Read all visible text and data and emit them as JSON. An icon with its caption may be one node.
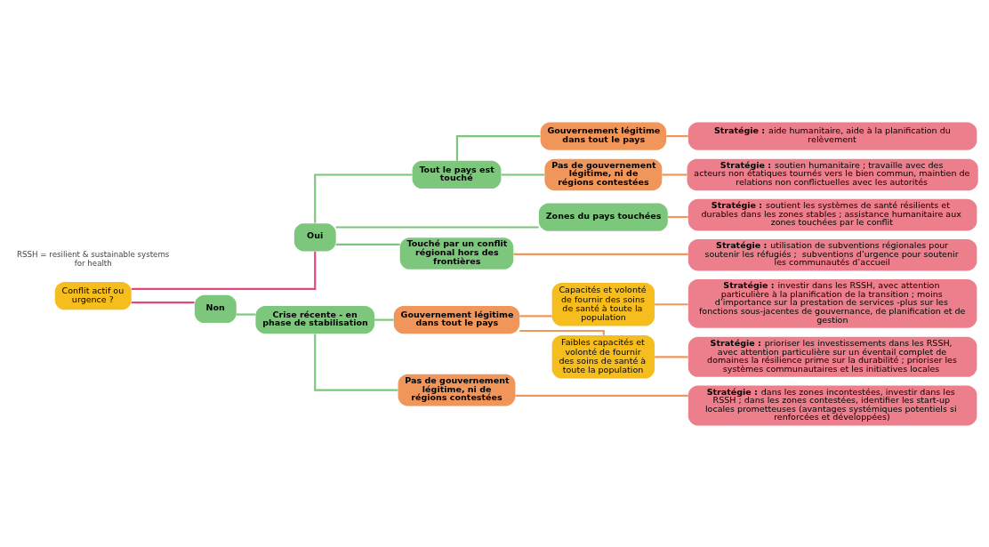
{
  "diagram": {
    "nodes": [
      {
        "text": [
          "Conflit actif ou urgence ?"
        ]
      },
      {
        "text": [
          "Oui"
        ]
      },
      {
        "text": [
          "Tout le pays est touché"
        ]
      },
      {
        "text": [
          "Gouvernement légitime dans tout le pays"
        ]
      },
      {
        "text": [
          "**Stratégie :** aide humanitaire, aide à la planification du relèvement"
        ]
      },
      {
        "text": [
          "Pas de gouvernement légitime, ni de régions contestées"
        ]
      },
      {
        "text": [
          "**Stratégie :** soutien humanitaire ; travaille avec des acteurs non étatiques tournés vers le bien commun, maintien de relations non conflictuelles avec les autorités"
        ]
      },
      {
        "text": [
          "Zones du pays touchées"
        ]
      },
      {
        "text": [
          "**Stratégie :** soutient les systèmes de santé résilients et durables dans les zones stables ; assistance humanitaire aux zones touchées par le conflit"
        ]
      },
      {
        "text": [
          "Touché par un conflit régional hors des frontières"
        ]
      },
      {
        "text": [
          "**Stratégie :** utilisation de subventions régionales pour soutenir les réfugiés ;  subventions d’urgence pour soutenir les communautés d’accueil"
        ]
      },
      {
        "text": [
          "Non"
        ]
      },
      {
        "text": [
          "Crise récente - en phase de stabilisation"
        ]
      },
      {
        "text": [
          "Gouvernement légitime dans tout le pays"
        ]
      },
      {
        "text": [
          "Capacités et volonté de fournir des soins de santé à toute la population"
        ]
      },
      {
        "text": [
          "**Stratégie :** investir dans les RSSH, avec attention particulière à la planification de la transition ; moins d’importance sur la prestation de services -plus sur les fonctions sous-jacentes de gouvernance, de planification et de gestion"
        ]
      },
      {
        "text": [
          "Faibles capacités et volonté de fournir des soins de santé à toute la population"
        ]
      },
      {
        "text": [
          "**Stratégie :** prioriser les investissements dans les RSSH, avec attention particulière sur un éventail complet de domaines la résilience prime sur la durabilité ; prioriser les systèmes communautaires et les initiatives locales"
        ]
      },
      {
        "text": [
          "Pas de gouvernement légitime, ni de régions contestées"
        ]
      },
      {
        "text": [
          "**Stratégie :** dans les zones incontestées, investir dans les RSSH ; dans les zones contestées, identifier les start-up locales prometteuses (avantages systémiques potentiels si renforcées et développées)"
        ]
      }
    ],
    "edges": [
      {
        "from": 0,
        "to": 1,
        "arrow": "none",
        "color": "#e8457a"
      },
      {
        "from": 0,
        "to": 11,
        "arrow": "none",
        "color": "#e8457a"
      },
      {
        "from": 1,
        "to": 2,
        "arrow": "none",
        "color": "#7dc77d"
      },
      {
        "from": 1,
        "to": 7,
        "arrow": "none",
        "color": "#7dc77d"
      },
      {
        "from": 1,
        "to": 9,
        "arrow": "none",
        "color": "#7dc77d"
      },
      {
        "from": 2,
        "to": 3,
        "arrow": "none",
        "color": "#7dc77d"
      },
      {
        "from": 2,
        "to": 5,
        "arrow": "none",
        "color": "#7dc77d"
      },
      {
        "from": 3,
        "to": 4,
        "arrow": "none"
      },
      {
        "from": 5,
        "to": 6,
        "arrow": "none"
      },
      {
        "from": 7,
        "to": 8,
        "arrow": "none"
      },
      {
        "from": 9,
        "to": 10,
        "arrow": "none"
      },
      {
        "from": 11,
        "to": 12,
        "arrow": "none",
        "color": "#7dc77d"
      },
      {
        "from": 12,
        "to": 13,
        "arrow": "none",
        "color": "#7dc77d"
      },
      {
        "from": 12,
        "to": 18,
        "arrow": "none",
        "color": "#7dc77d"
      },
      {
        "from": 13,
        "to": 14,
        "arrow": "none"
      },
      {
        "from": 13,
        "to": 16,
        "arrow": "none"
      },
      {
        "from": 14,
        "to": 15,
        "arrow": "none"
      },
      {
        "from": 16,
        "to": 17,
        "arrow": "none"
      },
      {
        "from": 18,
        "to": 19,
        "arrow": "none"
      }
    ],
    "labels": [
      "RSSH = resilient & sustainable systems for health"
    ]
  }
}
